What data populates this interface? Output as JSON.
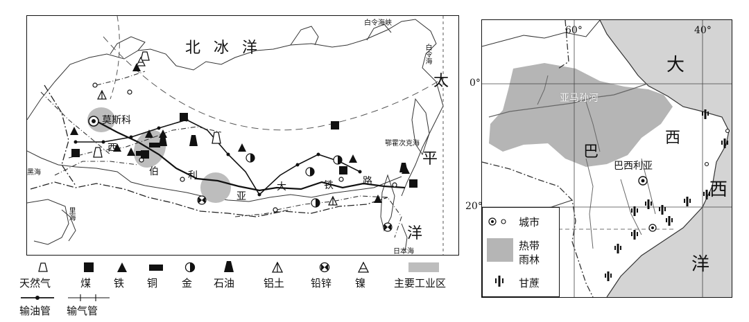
{
  "russia_map": {
    "ocean_label": "北 冰 洋",
    "pacific_chars": [
      "太",
      "平",
      "洋"
    ],
    "rail_chars": [
      "西",
      "伯",
      "利",
      "亚",
      "大",
      "铁",
      "路"
    ],
    "moscow_label": "莫斯科",
    "seas": {
      "bering_strait": "白令海峡",
      "bering_sea": "白令海",
      "okhotsk": "鄂霍次克海",
      "japan_sea": "日本海",
      "black_sea": "黑海",
      "caspian": "里海"
    }
  },
  "legend": {
    "items": [
      {
        "id": "gas",
        "label": "天然气"
      },
      {
        "id": "coal",
        "label": "煤"
      },
      {
        "id": "iron",
        "label": "铁"
      },
      {
        "id": "copper",
        "label": "铜"
      },
      {
        "id": "gold",
        "label": "金"
      },
      {
        "id": "oil",
        "label": "石油"
      },
      {
        "id": "bauxite",
        "label": "铝土"
      },
      {
        "id": "leadzinc",
        "label": "铅锌"
      },
      {
        "id": "nickel",
        "label": "镍"
      },
      {
        "id": "industrial",
        "label": "主要工业区"
      }
    ],
    "oil_pipe": "输油管",
    "gas_pipe": "输气管"
  },
  "brazil_map": {
    "lon_60": "60°",
    "lon_40": "40°",
    "lat_0": "0°",
    "lat_20": "20°",
    "amazon": "亚马孙河",
    "bar_char": "巴",
    "xi_char": "西",
    "brasilia": "巴西利亚",
    "atlantic_chars": [
      "大",
      "西",
      "洋"
    ],
    "legend": {
      "city": "城市",
      "rainforest_1": "热带",
      "rainforest_2": "雨林",
      "sugarcane": "甘蔗"
    }
  }
}
